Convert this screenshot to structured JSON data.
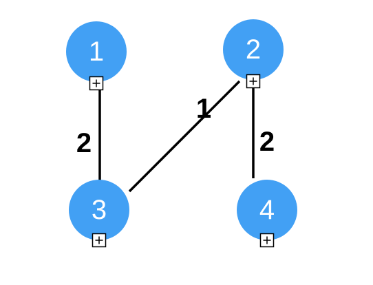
{
  "colors": {
    "node_fill": "#42a0f4",
    "node_text": "#ffffff",
    "edge": "#000000",
    "edge_label": "#000000",
    "expander_fill": "#ffffff",
    "expander_stroke": "#000000"
  },
  "nodes": [
    {
      "id": "n1",
      "label": "1"
    },
    {
      "id": "n2",
      "label": "2"
    },
    {
      "id": "n3",
      "label": "3"
    },
    {
      "id": "n4",
      "label": "4"
    }
  ],
  "edges": [
    {
      "id": "e13",
      "from": "n1",
      "to": "n3",
      "weight": "2"
    },
    {
      "id": "e23",
      "from": "n2",
      "to": "n3",
      "weight": "1"
    },
    {
      "id": "e24",
      "from": "n2",
      "to": "n4",
      "weight": "2"
    }
  ],
  "expander_icon": "plus-box-icon"
}
